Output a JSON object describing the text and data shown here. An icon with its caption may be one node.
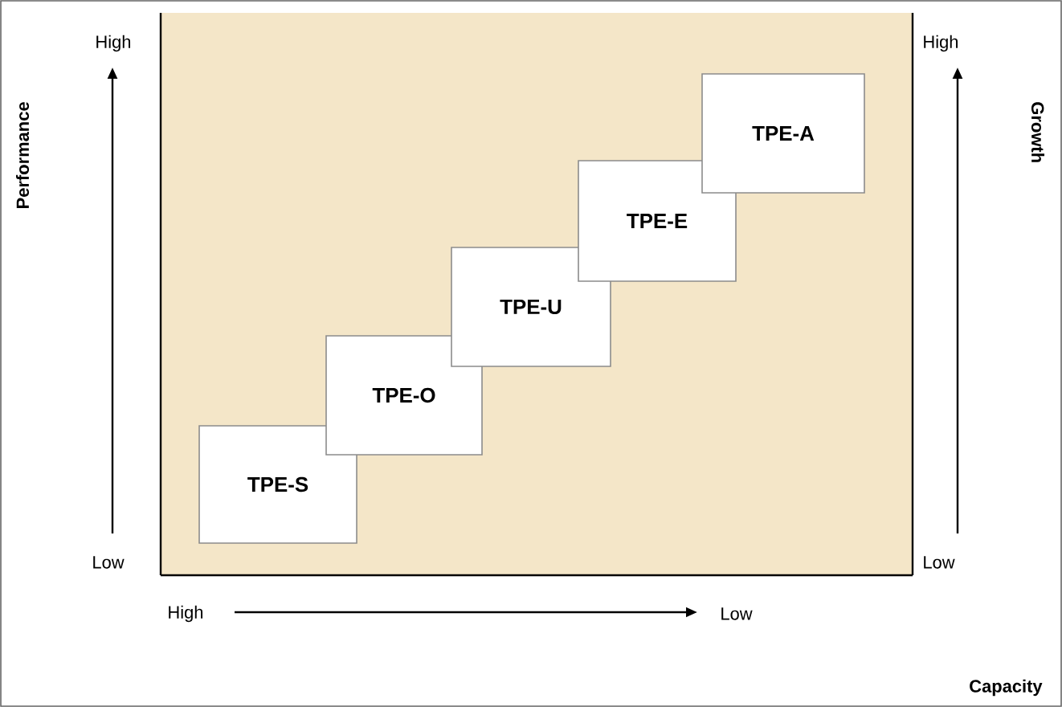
{
  "diagram": {
    "nodes": [
      {
        "text": [
          "TPE-S"
        ]
      },
      {
        "text": [
          "TPE-O"
        ]
      },
      {
        "text": [
          "TPE-U"
        ]
      },
      {
        "text": [
          "TPE-E"
        ]
      },
      {
        "text": [
          "TPE-A"
        ]
      }
    ],
    "labels": [
      "High",
      "Performance",
      "Low",
      "High",
      "Growth",
      "Low",
      "High",
      "Low",
      "Capacity"
    ]
  }
}
